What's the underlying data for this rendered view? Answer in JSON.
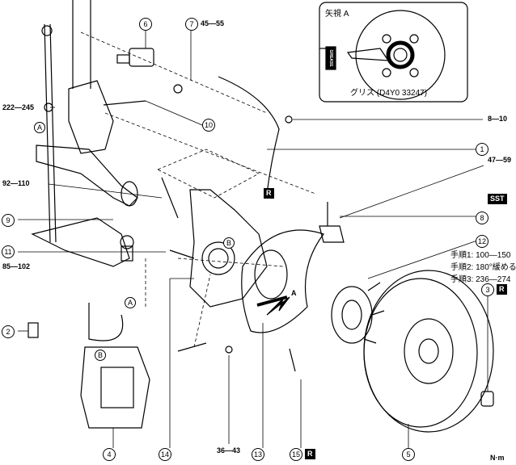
{
  "inset": {
    "title": "矢視 A",
    "grease": "グリス (D4Y0 33247)",
    "can_label": "GREASE"
  },
  "callouts": {
    "c1": "1",
    "c2": "2",
    "c3": "3",
    "c4": "4",
    "c5": "5",
    "c6": "6",
    "c7": "7",
    "c8": "8",
    "c9": "9",
    "c10": "10",
    "c11": "11",
    "c12": "12",
    "c13": "13",
    "c14": "14",
    "c15": "15"
  },
  "torques": {
    "t7": "45—55",
    "t8_10": "8—10",
    "t47": "47—59",
    "t222": "222—245",
    "t92": "92—110",
    "t85": "85—102",
    "t36": "36—43"
  },
  "steps": {
    "s1": "手順1: 100—150",
    "s2": "手順2: 180°緩める",
    "s3": "手順3: 236—274"
  },
  "badges": {
    "replace": "R",
    "sst": "SST"
  },
  "letters": {
    "a": "A",
    "b": "B"
  },
  "unit": "N·m"
}
